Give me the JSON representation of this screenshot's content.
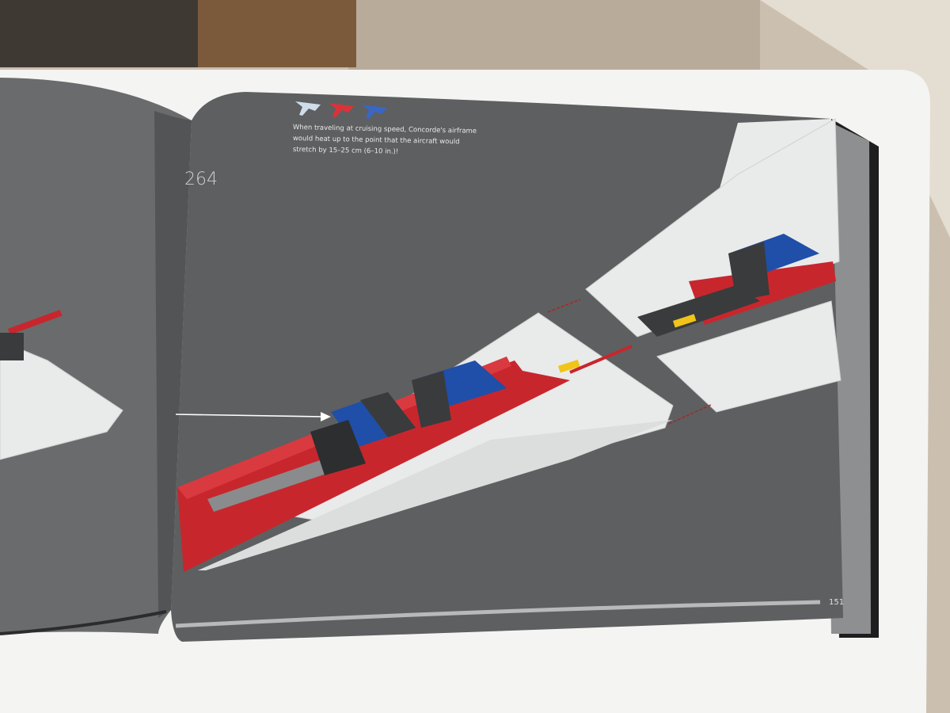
{
  "page": {
    "fact_lines": [
      "When traveling at cruising speed, Concorde's airframe",
      "would heat up to the point that the aircraft would",
      "stretch by 15–25 cm (6–10 in.)!"
    ],
    "step_number": "264",
    "page_number": "151"
  },
  "header_icons": {
    "items": [
      {
        "name": "white-jet-icon",
        "color": "#cfdcec"
      },
      {
        "name": "red-jet-icon",
        "color": "#d9333a"
      },
      {
        "name": "blue-jet-icon",
        "color": "#3a67c4"
      }
    ]
  },
  "colors": {
    "page_gray": "#5e5f60",
    "brick_red": "#c8262d",
    "brick_blue": "#1f4fa8",
    "brick_white": "#e9eaea",
    "brick_dark": "#3a3b3c",
    "table_white": "#f4f4f2",
    "floor_wood": "#cbbfb0"
  }
}
